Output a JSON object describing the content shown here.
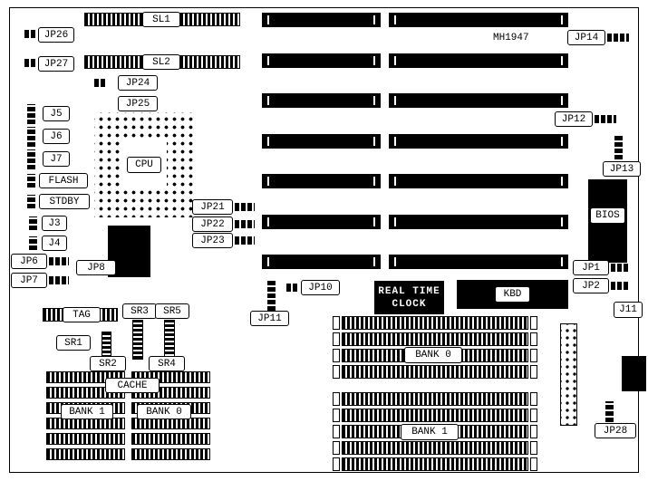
{
  "board": {
    "part_number": "MH1947",
    "colors": {
      "ink": "#000000",
      "paper": "#ffffff"
    }
  },
  "labels": {
    "sl1": "SL1",
    "sl2": "SL2",
    "jp26": "JP26",
    "jp27": "JP27",
    "jp24": "JP24",
    "jp25": "JP25",
    "j5": "J5",
    "j6": "J6",
    "j7": "J7",
    "flash": "FLASH",
    "stdby": "STDBY",
    "j3": "J3",
    "j4": "J4",
    "jp6": "JP6",
    "jp7": "JP7",
    "jp8": "JP8",
    "cpu": "CPU",
    "jp21": "JP21",
    "jp22": "JP22",
    "jp23": "JP23",
    "jp14": "JP14",
    "jp12": "JP12",
    "jp13": "JP13",
    "bios": "BIOS",
    "jp1": "JP1",
    "jp2": "JP2",
    "j11": "J11",
    "jp28": "JP28",
    "jp10": "JP10",
    "jp11": "JP11",
    "rtc_line1": "REAL TIME",
    "rtc_line2": "CLOCK",
    "kbd": "KBD",
    "tag": "TAG",
    "sr1": "SR1",
    "sr2": "SR2",
    "sr3": "SR3",
    "sr4": "SR4",
    "sr5": "SR5",
    "cache": "CACHE",
    "cache_bank1": "BANK 1",
    "cache_bank0": "BANK 0",
    "mem_bank0": "BANK 0",
    "mem_bank1": "BANK 1"
  }
}
